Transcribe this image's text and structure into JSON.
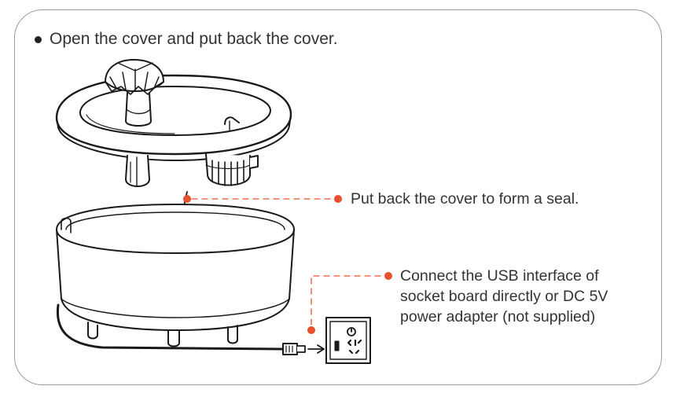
{
  "heading": {
    "text": "Open the cover and put back the cover."
  },
  "callouts": [
    {
      "text": "Put back the cover to form a seal."
    },
    {
      "lines": [
        "Connect the USB interface of",
        "socket board directly or DC 5V",
        "power adapter (not supplied)"
      ]
    }
  ],
  "colors": {
    "accent": "#e8512c",
    "stroke": "#1a1a1a",
    "text": "#333333",
    "frame": "#9a9a9a"
  },
  "icons": {
    "power": "power-icon",
    "socket": "socket-outlet-icon",
    "usb": "usb-plug-icon"
  }
}
